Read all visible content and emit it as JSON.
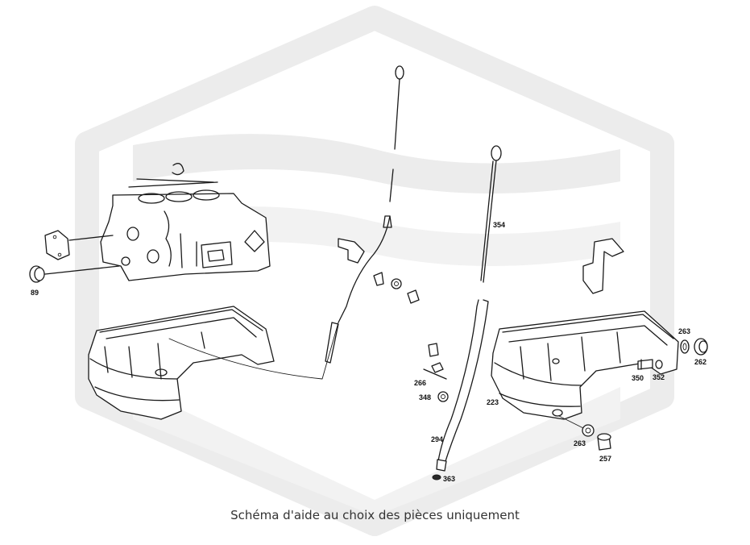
{
  "caption": "Schéma d'aide au choix des pièces uniquement",
  "colors": {
    "watermark": "#ececec",
    "line": "#1a1a1a",
    "caption": "#333333",
    "background": "#ffffff"
  },
  "watermark": "hexagon-logo",
  "labels": {
    "p89": "89",
    "p354": "354",
    "p266": "266",
    "p348": "348",
    "p294": "294",
    "p363": "363",
    "p223": "223",
    "p263a": "263",
    "p257": "257",
    "p350": "350",
    "p352": "352",
    "p263b": "263",
    "p262": "262"
  }
}
